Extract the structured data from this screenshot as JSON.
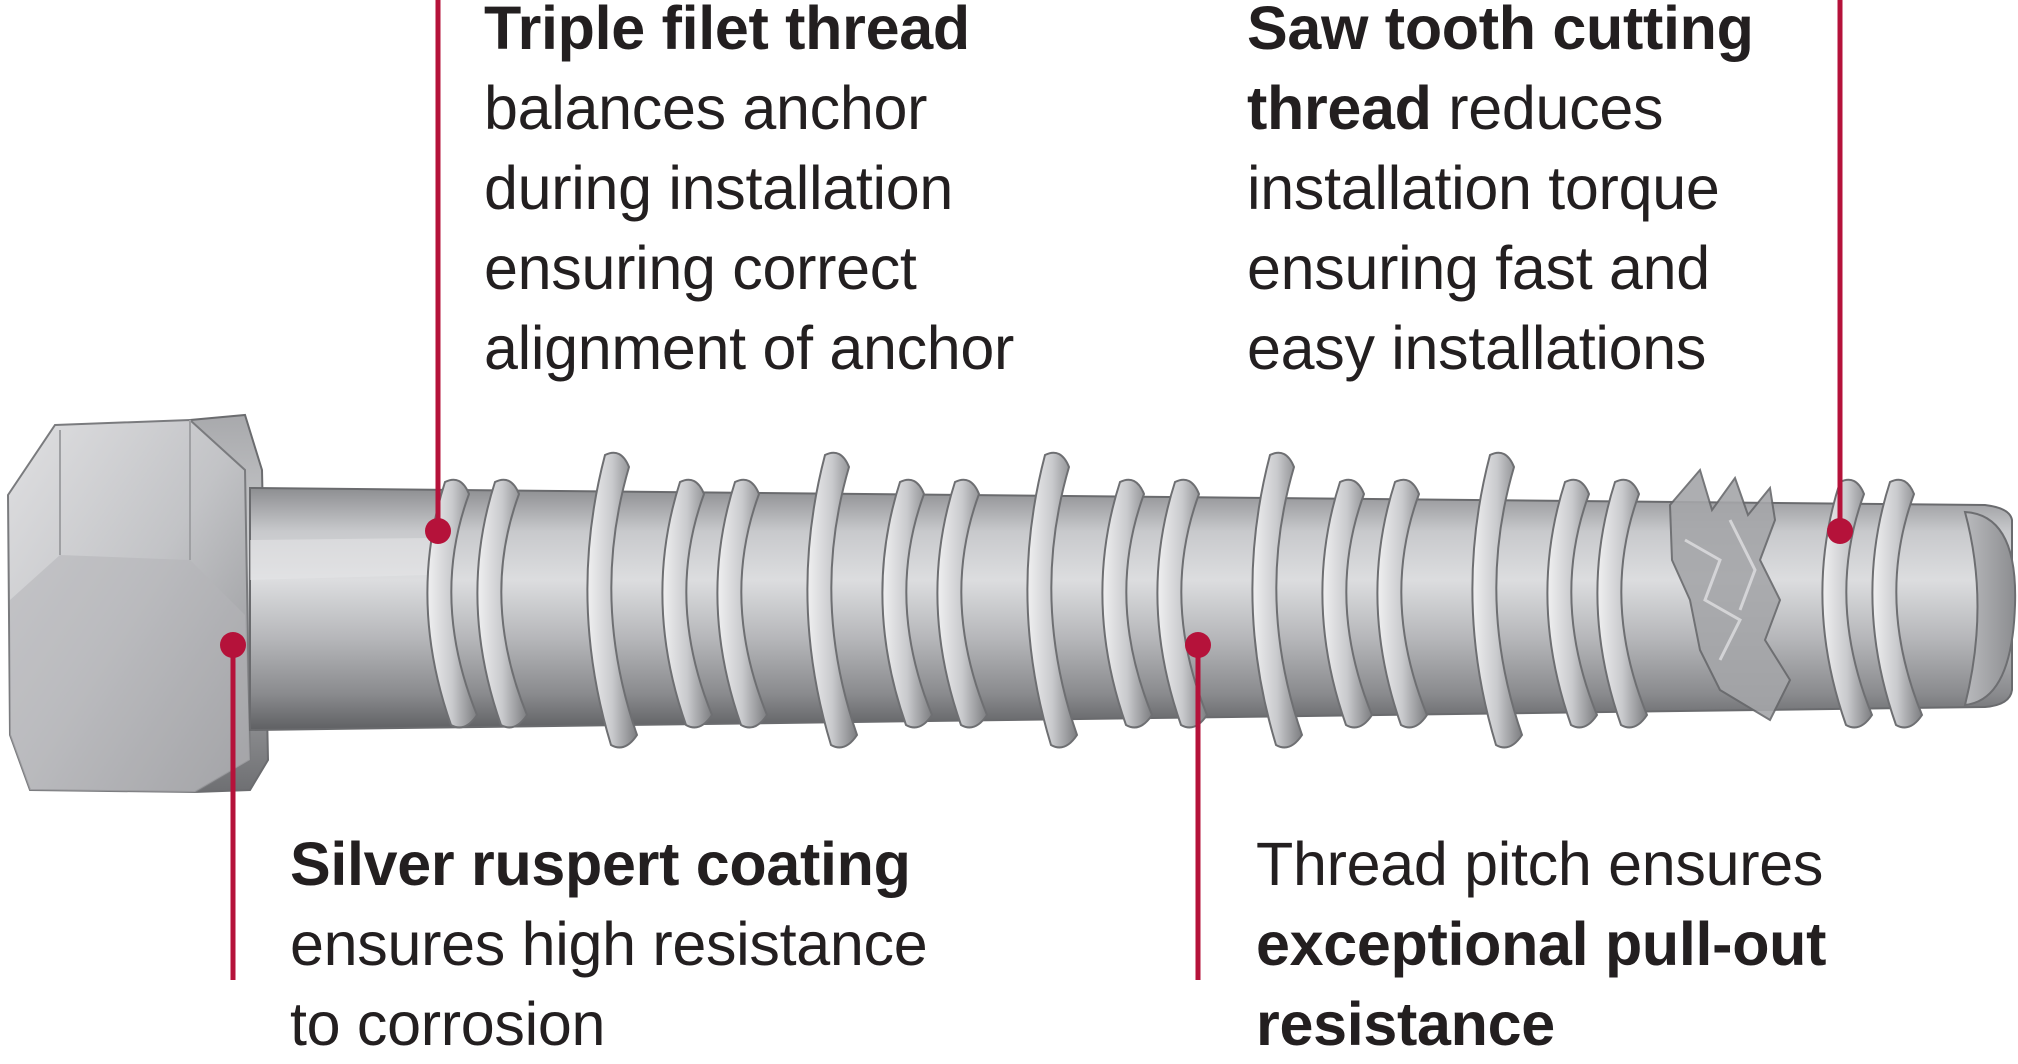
{
  "callouts": {
    "triple_filet": {
      "lines": [
        [
          {
            "text": "Triple filet thread",
            "bold": true
          }
        ],
        [
          {
            "text": "balances anchor",
            "bold": false
          }
        ],
        [
          {
            "text": "during installation",
            "bold": false
          }
        ],
        [
          {
            "text": "ensuring correct",
            "bold": false
          }
        ],
        [
          {
            "text": "alignment of anchor",
            "bold": false
          }
        ]
      ]
    },
    "saw_tooth": {
      "lines": [
        [
          {
            "text": "Saw tooth cutting",
            "bold": true
          }
        ],
        [
          {
            "text": "thread",
            "bold": true
          },
          {
            "text": " reduces",
            "bold": false
          }
        ],
        [
          {
            "text": "installation torque",
            "bold": false
          }
        ],
        [
          {
            "text": "ensuring fast and",
            "bold": false
          }
        ],
        [
          {
            "text": "easy installations",
            "bold": false
          }
        ]
      ]
    },
    "silver_coating": {
      "lines": [
        [
          {
            "text": "Silver ruspert coating",
            "bold": true
          }
        ],
        [
          {
            "text": "ensures high resistance",
            "bold": false
          }
        ],
        [
          {
            "text": "to corrosion",
            "bold": false
          }
        ]
      ]
    },
    "thread_pitch": {
      "lines": [
        [
          {
            "text": "Thread pitch ensures",
            "bold": false
          }
        ],
        [
          {
            "text": "exceptional pull-out",
            "bold": true
          }
        ],
        [
          {
            "text": "resistance",
            "bold": true
          }
        ]
      ]
    }
  },
  "colors": {
    "leader": "#b5123a",
    "text": "#231f20",
    "metal_light": "#d4d4d6",
    "metal_mid": "#a9aaad",
    "metal_dark": "#6f7073"
  }
}
